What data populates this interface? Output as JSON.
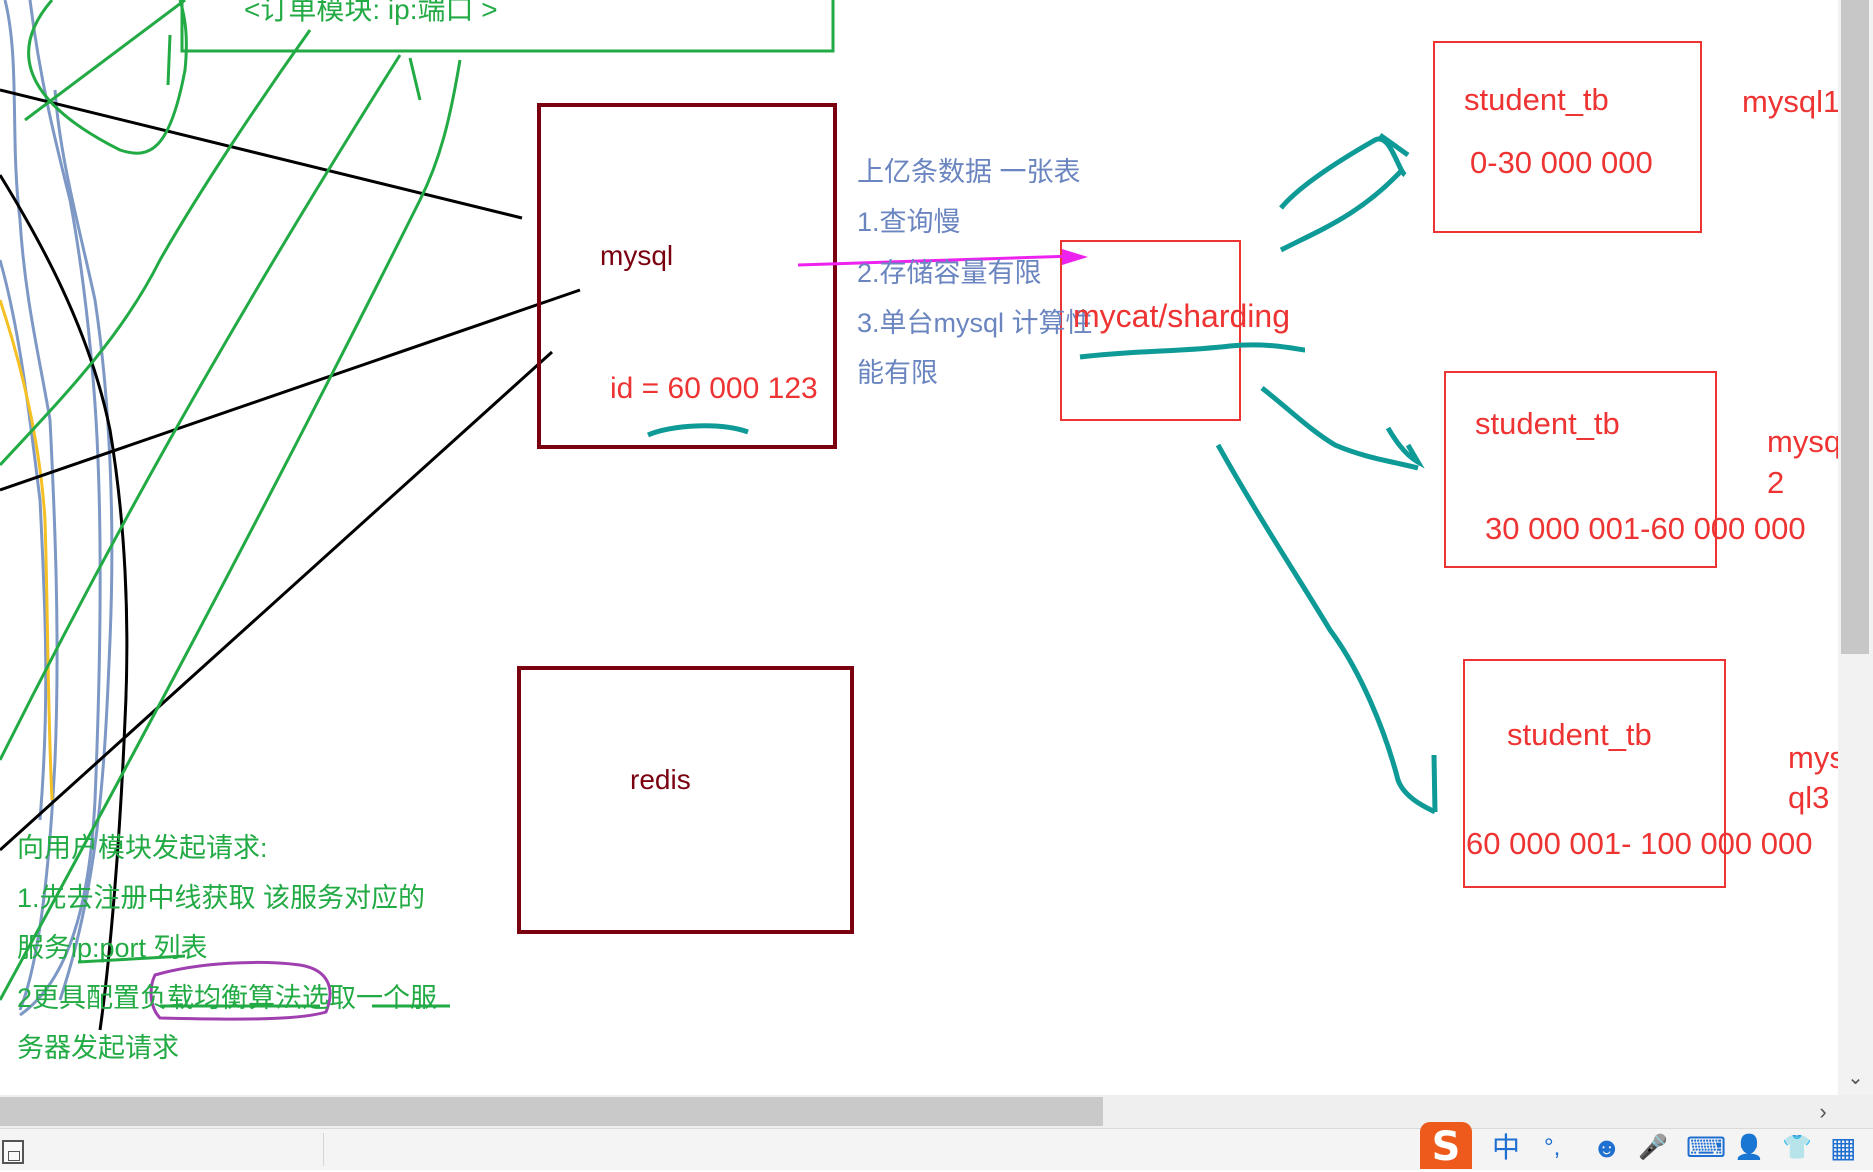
{
  "whiteboard": {
    "top_box_label": "<订单模块:    ip:端口 >",
    "mysql_box": {
      "title": "mysql",
      "id_label": "id = 60 000 123"
    },
    "redis_box": {
      "title": "redis"
    },
    "problems": [
      "上亿条数据 一张表",
      "1.查询慢",
      "2.存储容量有限",
      "3.单台mysql 计算性",
      "能有限"
    ],
    "middleware_label": "mycat/sharding",
    "shards": [
      {
        "table": "student_tb",
        "range": "0-30 000 000",
        "db_lines": [
          "mysql1"
        ]
      },
      {
        "table": "student_tb",
        "range": "30 000 001-60 000 000",
        "db_lines": [
          "mysql",
          "2"
        ]
      },
      {
        "table": "student_tb",
        "range": "60 000 001- 100 000 000",
        "db_lines": [
          "mys",
          "ql3"
        ]
      }
    ],
    "notes": [
      "向用户模块发起请求:",
      "1.先去注册中线获取 该服务对应的",
      "服务ip:port 列表",
      "2更具配置负载均衡算法选取一个服",
      "务器发起请求"
    ]
  },
  "scrollbar": {
    "down_glyph": "⌄",
    "right_glyph": "›"
  },
  "ime_tray": {
    "logo_glyph": "S",
    "icons": [
      {
        "name": "chinese-mode-icon",
        "glyph": "中"
      },
      {
        "name": "punctuation-icon",
        "glyph": "°,"
      },
      {
        "name": "emoji-icon",
        "glyph": "☻"
      },
      {
        "name": "microphone-icon",
        "glyph": "🎤"
      },
      {
        "name": "keyboard-icon",
        "glyph": "⌨"
      },
      {
        "name": "user-icon",
        "glyph": "👤"
      },
      {
        "name": "skin-icon",
        "glyph": "👕"
      },
      {
        "name": "toolbox-icon",
        "glyph": "▦"
      }
    ]
  },
  "colors": {
    "dark_red": "#7a0010",
    "red": "#ee3333",
    "blue_text": "#6a85bf",
    "green": "#22aa44",
    "teal": "#0e9a96",
    "magenta": "#ee22ee",
    "purple": "#a040b0",
    "yellow": "#f5c023"
  }
}
